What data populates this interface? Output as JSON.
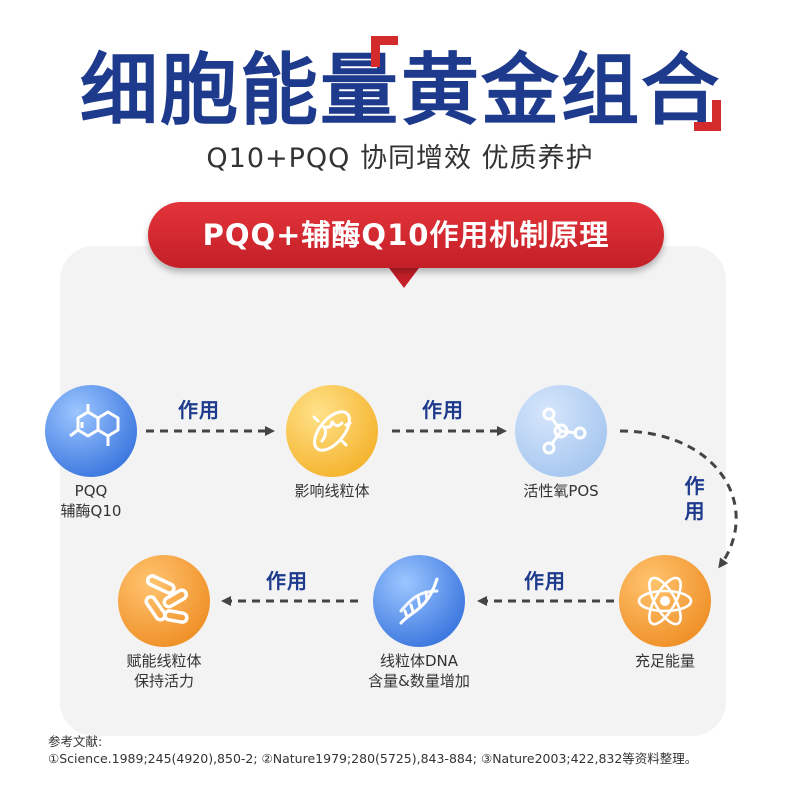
{
  "header": {
    "title_main": "细胞能量",
    "title_highlight": "黄金组合",
    "subtitle": "Q10+PQQ  协同增效  优质养护"
  },
  "banner": {
    "text": "PQQ+辅酶Q10作用机制原理"
  },
  "flow": {
    "nodes": [
      {
        "label_lines": [
          "PQQ",
          "辅酶Q10"
        ],
        "icon": "molecule-hexagon-icon",
        "color": "#3f7ae0"
      },
      {
        "label_lines": [
          "影响线粒体"
        ],
        "icon": "mitochondria-icon",
        "color": "#f5b531"
      },
      {
        "label_lines": [
          "活性氧POS"
        ],
        "icon": "molecule-network-icon",
        "color": "#a8c8f0"
      },
      {
        "label_lines": [
          "充足能量"
        ],
        "icon": "atom-icon",
        "color": "#f0922a"
      },
      {
        "label_lines": [
          "线粒体DNA",
          "含量&数量增加"
        ],
        "icon": "dna-helix-icon",
        "color": "#3f7ae0"
      },
      {
        "label_lines": [
          "赋能线粒体",
          "保持活力"
        ],
        "icon": "bacteria-icon",
        "color": "#f0922a"
      }
    ],
    "edge_label": "作用",
    "edge_label_vertical": [
      "作",
      "用"
    ]
  },
  "references": {
    "heading": "参考文献:",
    "text": "①Science.1989;245(4920),850-2; ②Nature1979;280(5725),843-884; ③Nature2003;422,832等资料整理。"
  },
  "colors": {
    "title": "#1d3a8c",
    "accent_red": "#d32b2b",
    "panel": "#f3f3f4",
    "arrow": "#444444"
  }
}
